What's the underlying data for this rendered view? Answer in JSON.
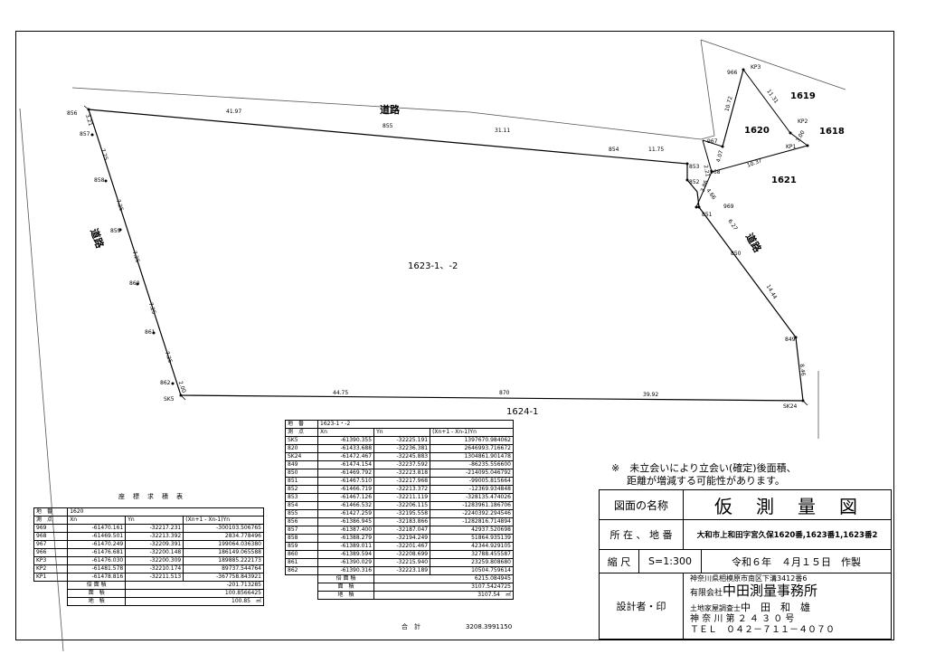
{
  "roads": {
    "top": "道路",
    "left": "道路",
    "right": "道路"
  },
  "lots": {
    "main": "1623-1、-2",
    "south": "1624-1",
    "l1619": "1619",
    "l1620": "1620",
    "l1618": "1618",
    "l1621": "1621"
  },
  "points": {
    "p856": "856",
    "p857": "857",
    "p858": "858",
    "p859": "859",
    "p860": "860",
    "p861": "861",
    "p862": "862",
    "sk5": "SK5",
    "p855": "855",
    "p854": "854",
    "p853": "853",
    "p852": "852",
    "p851": "851",
    "p850": "850",
    "p849": "849",
    "sk24": "SK24",
    "p870": "870",
    "p966": "966",
    "kp3": "KP3",
    "p967": "967",
    "p968": "968",
    "p969": "969",
    "kp2": "KP2",
    "kp1": "KP1"
  },
  "distances": {
    "d1": "41.97",
    "d2": "31.11",
    "d3": "11.75",
    "d4": "2.21",
    "d5": "4.66",
    "d6": "6.27",
    "d7": "14.44",
    "d8": "8.46",
    "d9": "39.92",
    "d10": "44.75",
    "d11": "2.00",
    "d12": "7.25",
    "d13": "7.25",
    "d14": "7.25",
    "d15": "7.25",
    "d16": "7.25",
    "d17": "7.25",
    "d18": "3.21",
    "d19": "10.72",
    "d20": "11.31",
    "d21": "3.00",
    "d22": "10.37",
    "d23": "3.86",
    "d24": "4.07",
    "d25": "3.33"
  },
  "table1": {
    "title": "座　標　求　積　表",
    "lot_label": "地　番",
    "lot_value": "1620",
    "headers": [
      "測　点",
      "Xn",
      "Yn",
      "(Xn+1 - Xn-1)Yn"
    ],
    "rows": [
      [
        "969",
        "-61470.161",
        "-32217.231",
        "-300103.506765"
      ],
      [
        "968",
        "-61469.501",
        "-32213.392",
        "2834.778496"
      ],
      [
        "967",
        "-61470.249",
        "-32209.391",
        "199064.036380"
      ],
      [
        "966",
        "-61476.681",
        "-32200.148",
        "186149.065588"
      ],
      [
        "KP3",
        "-61476.030",
        "-32200.309",
        "189885.222173"
      ],
      [
        "KP2",
        "-61481.578",
        "-32210.174",
        "89737.544764"
      ],
      [
        "KP1",
        "-61478.816",
        "-32211.513",
        "-367758.843921"
      ]
    ],
    "sum_rows": [
      [
        "倍 面 積",
        "-201.713285",
        ""
      ],
      [
        "面　積",
        "100.8566425",
        ""
      ],
      [
        "地　積",
        "100.85",
        "㎡"
      ]
    ]
  },
  "table2": {
    "lot_label": "地　番",
    "lot_value": "1623-1・-2",
    "headers": [
      "測　点",
      "Xn",
      "Yn",
      "(Xn+1 - Xn-1)Yn"
    ],
    "rows": [
      [
        "SK5",
        "-61390.355",
        "-32225.191",
        "1397670.984062"
      ],
      [
        "820",
        "-61433.688",
        "-32236.381",
        "2646993.716672"
      ],
      [
        "SK24",
        "-61472.467",
        "-32245.883",
        "1304861.901478"
      ],
      [
        "849",
        "-61474.154",
        "-32237.592",
        "-86235.556600"
      ],
      [
        "850",
        "-61469.792",
        "-32223.818",
        "-214095.046792"
      ],
      [
        "851",
        "-61467.510",
        "-32217.968",
        "-99005.815664"
      ],
      [
        "852",
        "-61466.719",
        "-32213.372",
        "-12369.934848"
      ],
      [
        "853",
        "-61467.126",
        "-32211.119",
        "-328135.474026"
      ],
      [
        "854",
        "-61466.532",
        "-32206.115",
        "-1283961.186706"
      ],
      [
        "855",
        "-61427.259",
        "-32195.558",
        "-2240392.294546"
      ],
      [
        "856",
        "-61386.945",
        "-32183.866",
        "-1282816.714894"
      ],
      [
        "857",
        "-61387.400",
        "-32187.047",
        "42937.520698"
      ],
      [
        "858",
        "-61388.279",
        "-32194.249",
        "51864.935139"
      ],
      [
        "859",
        "-61389.011",
        "-32201.467",
        "42344.929105"
      ],
      [
        "860",
        "-61389.594",
        "-32208.699",
        "32788.455587"
      ],
      [
        "861",
        "-61390.029",
        "-32215.940",
        "23259.808680"
      ],
      [
        "862",
        "-61390.316",
        "-32223.189",
        "10504.759614"
      ]
    ],
    "sum_rows": [
      [
        "倍 面 積",
        "6215.084945",
        ""
      ],
      [
        "面　積",
        "3107.5424725",
        ""
      ],
      [
        "地　積",
        "3107.54",
        "㎡"
      ]
    ],
    "total_label": "合　計",
    "total_value": "3208.3991150"
  },
  "note": {
    "line1": "※　未立会いにより立会い(確定)後面積、",
    "line2": "距離が増減する可能性があります。"
  },
  "title_block": {
    "name_label": "図面の名称",
    "name_value": "仮　測　量　図",
    "loc_label": "所 在 、 地 番",
    "loc_value": "大和市上和田字宮久保1620番,1623番1,1623番2",
    "scale_label": "縮 尺",
    "scale_value": "S=1:300",
    "date_value": "令和６年　４月１５日　作製",
    "designer_label": "設計者・印",
    "addr": "神奈川県相模原市南区下溝3412番6",
    "company_prefix": "有限会社",
    "company": "中田測量事務所",
    "surveyor_prefix": "土地家屋調査士",
    "surveyor": "中　田　和　雄",
    "reg": "神 奈 川 第 ２ ４ ３ ０ 号",
    "tel": "ＴＥＬ　０４２－７１１－４０７０"
  }
}
